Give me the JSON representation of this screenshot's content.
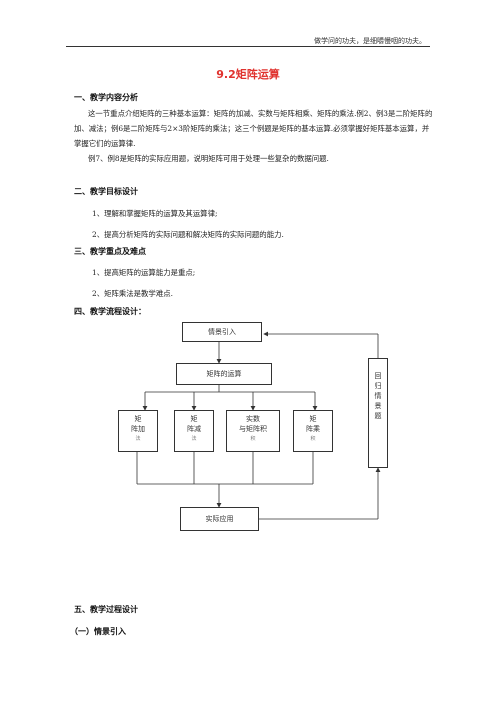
{
  "header": {
    "text": "做学问的功夫，是细嚼慢咽的功夫。"
  },
  "title": "9.2矩阵运算",
  "section1": {
    "heading": "一、教学内容分析",
    "para1": "这一节重点介绍矩阵的三种基本运算：矩阵的加减、实数与矩阵相乘、矩阵的乘法.例2、例3是二阶矩阵的加、减法；例6是二阶矩阵与2×3阶矩阵的乘法；这三个例题是矩阵的基本运算.必须掌握好矩阵基本运算，并掌握它们的运算律.",
    "para2": "例7、例8是矩阵的实际应用题，说明矩阵可用于处理一些复杂的数据问题."
  },
  "section2": {
    "heading": "二、教学目标设计",
    "items": [
      "1、理解和掌握矩阵的运算及其运算律;",
      "2、提高分析矩阵的实际问题和解决矩阵的实际问题的能力."
    ]
  },
  "section3": {
    "heading": "三、教学重点及难点",
    "items": [
      "1、提高矩阵的运算能力是重点;",
      "2、矩阵乘法是教学难点."
    ]
  },
  "section4": {
    "heading": "四、教学流程设计："
  },
  "flowchart": {
    "intro": "情景引入",
    "operations": "矩阵的运算",
    "add": [
      "矩",
      "阵加",
      "法"
    ],
    "sub": [
      "矩",
      "阵减",
      "法"
    ],
    "scalar": [
      "实数",
      "与矩阵积",
      "积"
    ],
    "mult": [
      "矩",
      "阵乘",
      "积"
    ],
    "application": "实际应用",
    "return": [
      "回",
      "归",
      "情",
      "景",
      "题"
    ]
  },
  "section5": {
    "heading": "五、教学过程设计"
  },
  "subsection1": {
    "heading": "（一）情景引入"
  }
}
